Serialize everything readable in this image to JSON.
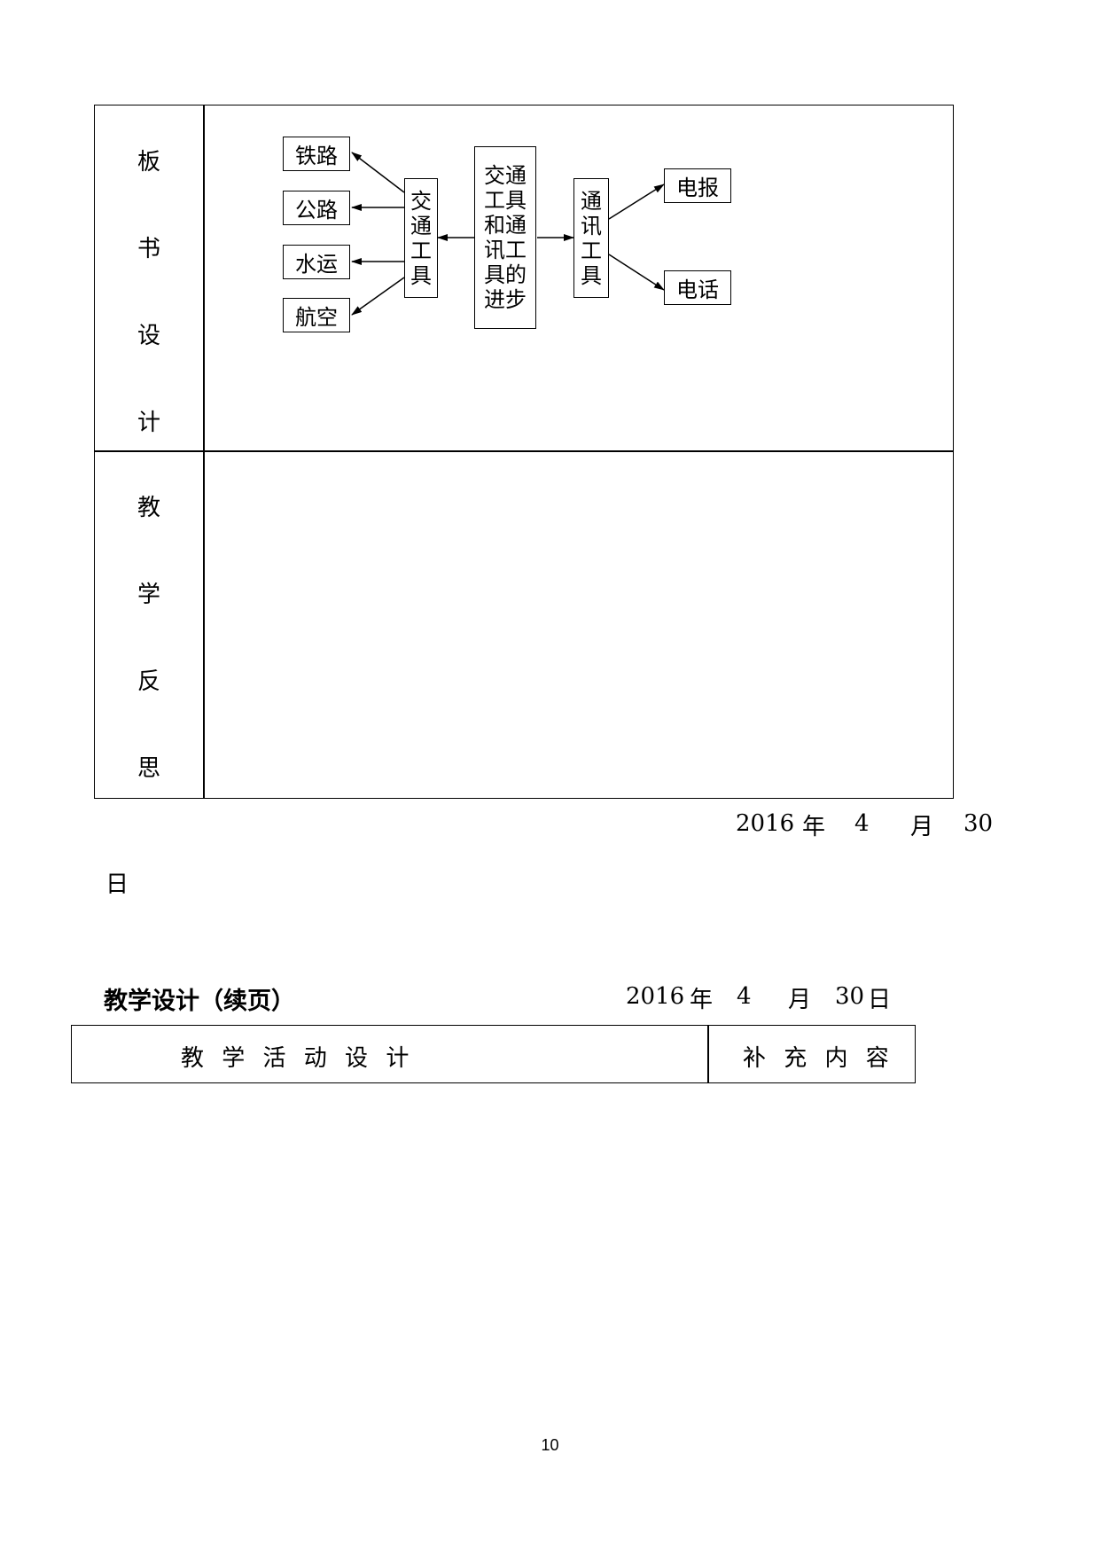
{
  "board_design": {
    "side_label": [
      "板",
      "书",
      "设",
      "计"
    ],
    "center_node": [
      "交通",
      "工具",
      "和通",
      "讯工",
      "具的",
      "进步"
    ],
    "left_branch": {
      "label": [
        "交",
        "通",
        "工",
        "具"
      ],
      "items": [
        "铁路",
        "公路",
        "水运",
        "航空"
      ]
    },
    "right_branch": {
      "label": [
        "通",
        "讯",
        "工",
        "具"
      ],
      "items": [
        "电报",
        "电话"
      ]
    }
  },
  "reflection": {
    "side_label": [
      "教",
      "学",
      "反",
      "思"
    ]
  },
  "date_line": {
    "year": "2016",
    "year_unit": "年",
    "month": "4",
    "month_unit": "月",
    "day": "30",
    "day_unit": "日"
  },
  "continuation": {
    "title": "教学设计（续页）",
    "date": {
      "year": "2016",
      "year_unit": "年",
      "month": "4",
      "month_unit": "月",
      "day": "30",
      "day_unit": "日"
    },
    "table_headers": [
      "教 学 活 动 设 计",
      "补 充 内 容"
    ]
  },
  "page_number": "10"
}
